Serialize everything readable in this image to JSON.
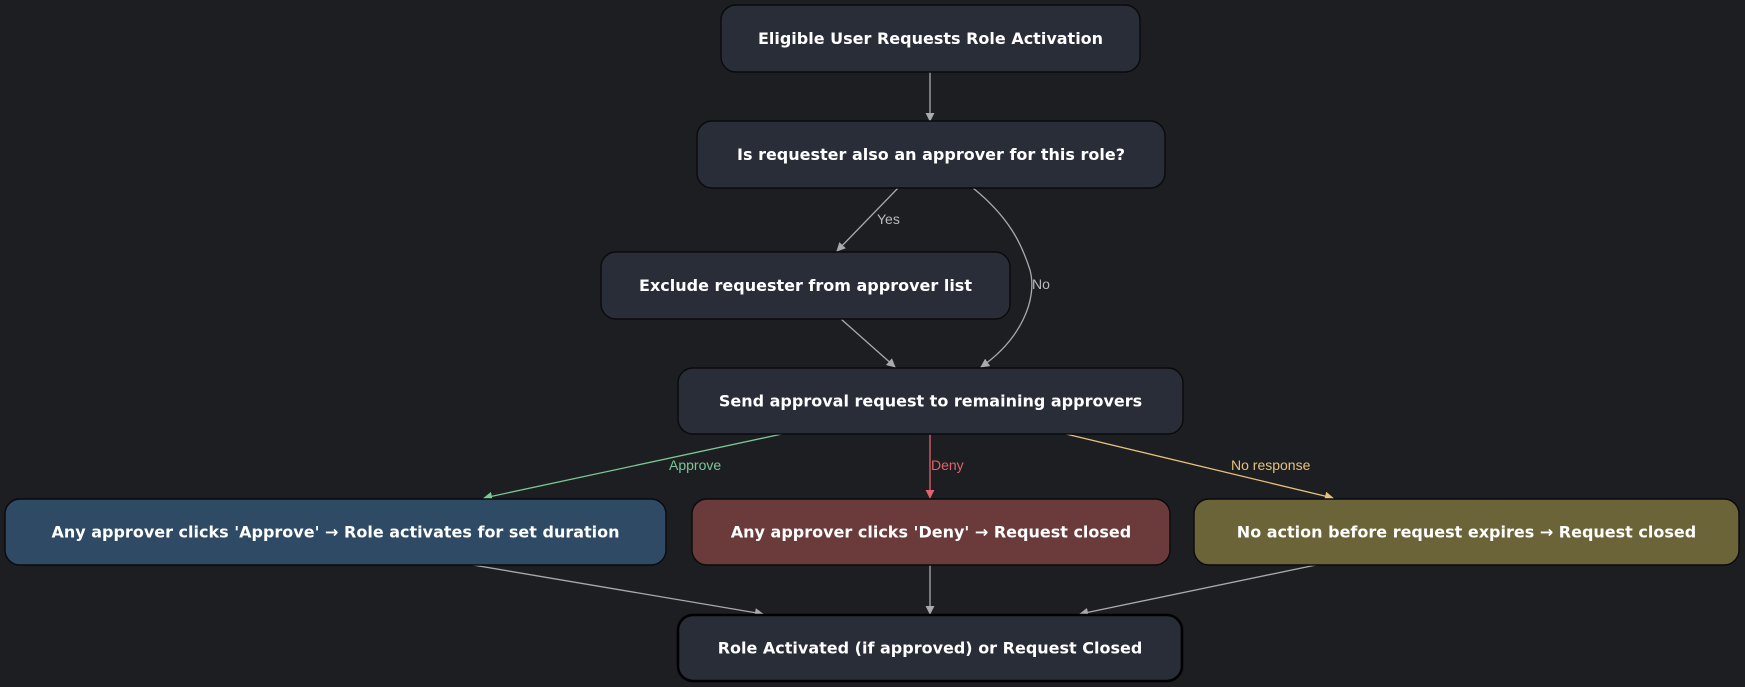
{
  "colors": {
    "background": "#1d1e22",
    "node_default": "#292d38",
    "node_approve": "#2e4a64",
    "node_deny": "#6b3a3b",
    "node_expire": "#6b6439",
    "edge_default": "#a9aaae",
    "edge_approve": "#7bc795",
    "edge_deny": "#e0636b",
    "edge_expire": "#e6c27a",
    "label_default": "#b9babd"
  },
  "nodes": {
    "start": "Eligible User Requests Role Activation",
    "check_approver": "Is requester also an approver for this role?",
    "exclude": "Exclude requester from approver list",
    "send_request": "Send approval request to remaining approvers",
    "approve": "Any approver clicks 'Approve' → Role activates for set duration",
    "deny": "Any approver clicks 'Deny' → Request closed",
    "expire": "No action before request expires → Request closed",
    "end": "Role Activated (if approved) or Request Closed"
  },
  "edge_labels": {
    "yes": "Yes",
    "no": "No",
    "approve": "Approve",
    "deny": "Deny",
    "no_response": "No response"
  }
}
